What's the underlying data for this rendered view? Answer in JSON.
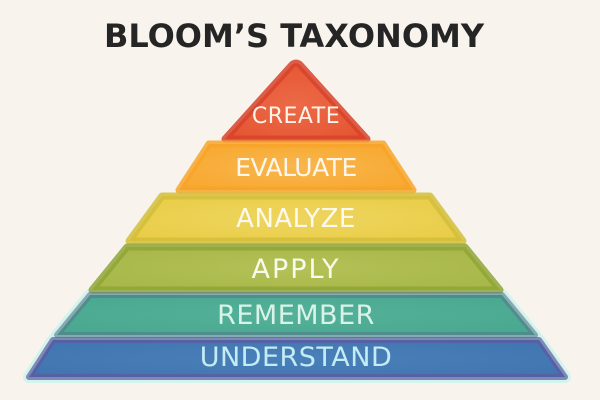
{
  "title": "BLOOM’S TAXONOMY",
  "title_color": "#262525",
  "background": "#f8f4ed",
  "pyramid": {
    "levels": [
      {
        "label": "CREATE",
        "fill": "#e4512f",
        "light": "#ec6a47",
        "edge": "#d7432a",
        "text_color": "#fdf5ea"
      },
      {
        "label": "EVALUATE",
        "fill": "#f7a529",
        "light": "#f9b64d",
        "edge": "#ee921d",
        "text_color": "#fdf6ec"
      },
      {
        "label": "ANALYZE",
        "fill": "#e8cb43",
        "light": "#eed55f",
        "edge": "#d2bd3a",
        "text_color": "#fdf9ec"
      },
      {
        "label": "APPLY",
        "fill": "#a5b545",
        "light": "#b3c157",
        "edge": "#90a437",
        "text_color": "#f8faec"
      },
      {
        "label": "REMEMBER",
        "fill": "#45a68c",
        "light": "#55b19a",
        "edge": "#55798b",
        "text_color": "#d9f3e9",
        "glow": "#c9f2ec"
      },
      {
        "label": "UNDERSTAND",
        "fill": "#3e72ae",
        "light": "#4a80ba",
        "edge": "#5d5aa0",
        "text_color": "#c4ecf4",
        "glow": "#c9f2ec"
      }
    ]
  }
}
